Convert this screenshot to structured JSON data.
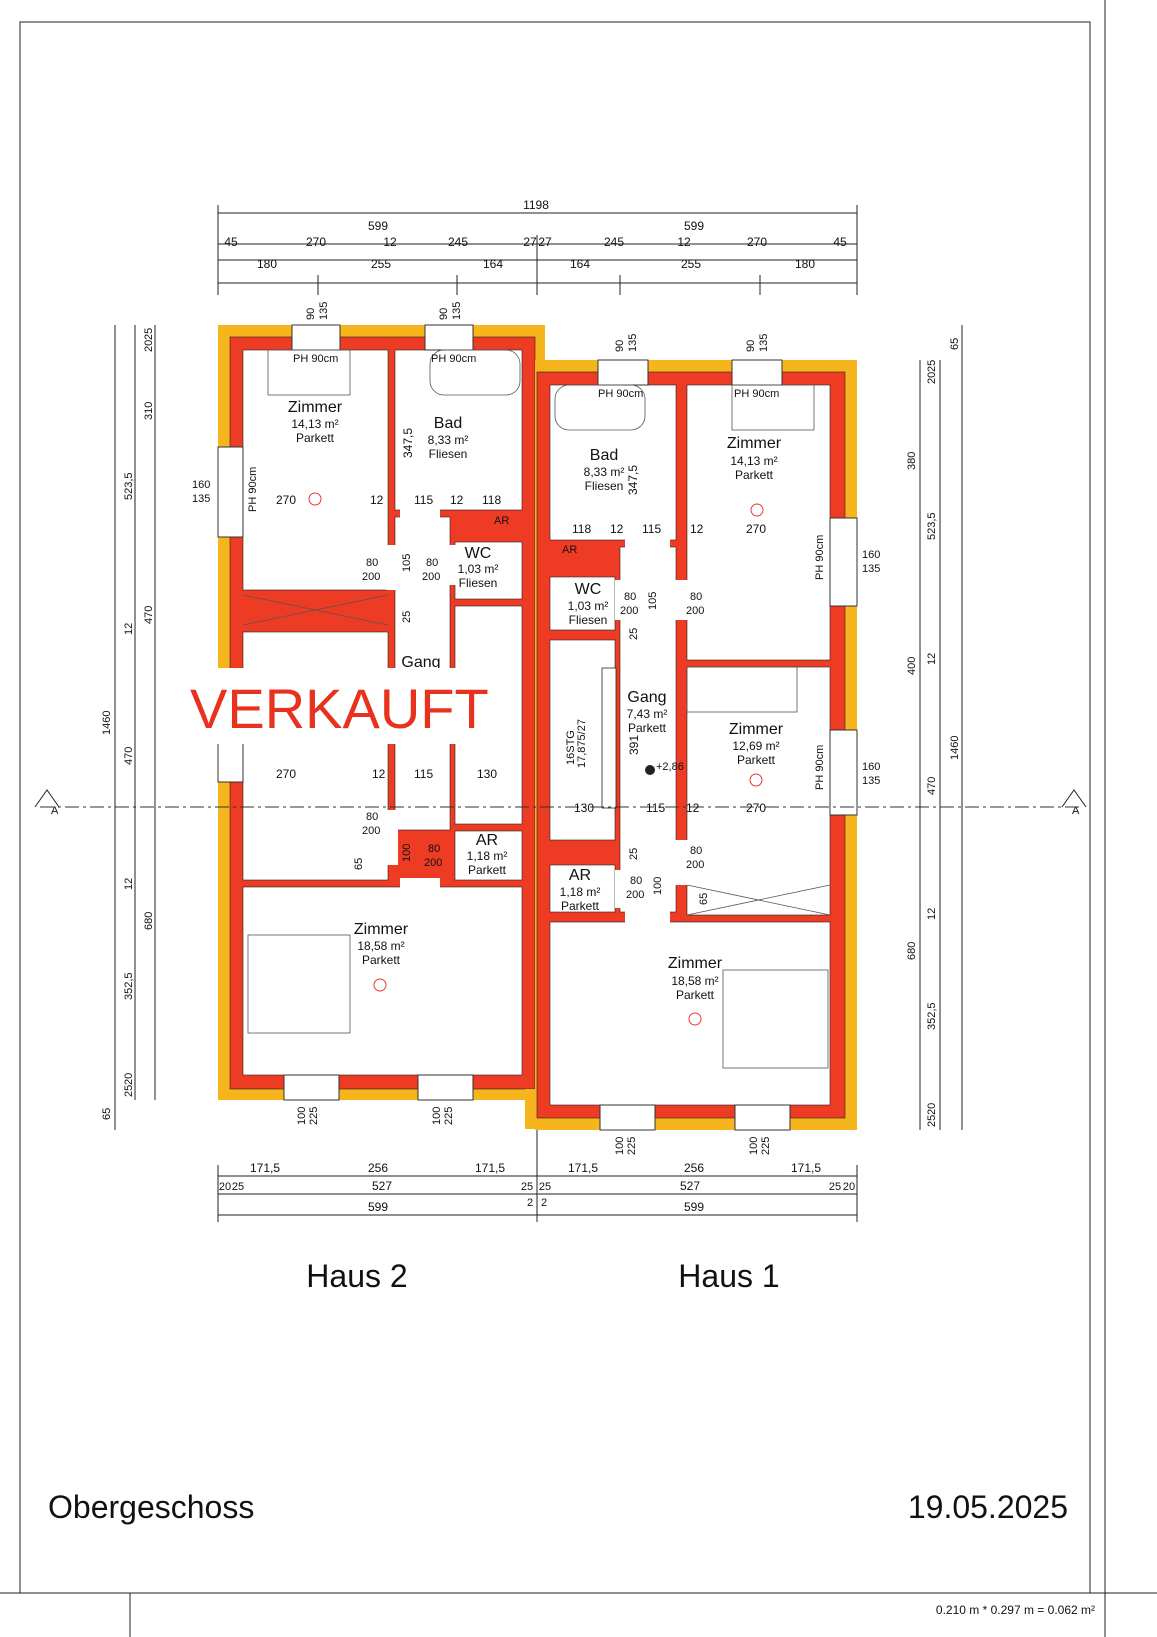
{
  "title_block": {
    "floor": "Obergeschoss",
    "date": "19.05.2025",
    "sheet_size": "0.210 m * 0.297 m = 0.062 m²"
  },
  "stamp": "VERKAUFT",
  "section_marker": "A",
  "houses": [
    {
      "label": "Haus 2"
    },
    {
      "label": "Haus 1"
    }
  ],
  "colors": {
    "wall": "#ee3b24",
    "insulation": "#f6b51d",
    "stamp": "#e8321e"
  },
  "rooms": {
    "haus2": {
      "zimmer_top": {
        "name": "Zimmer",
        "area": "14,13 m²",
        "floor": "Parkett"
      },
      "bad": {
        "name": "Bad",
        "area": "8,33 m²",
        "floor": "Fliesen"
      },
      "wc": {
        "name": "WC",
        "area": "1,03 m²",
        "floor": "Fliesen"
      },
      "gang": {
        "name": "Gang"
      },
      "ar": {
        "name": "AR",
        "area": "1,18 m²",
        "floor": "Parkett"
      },
      "zimmer_bottom": {
        "name": "Zimmer",
        "area": "18,58 m²",
        "floor": "Parkett"
      }
    },
    "haus1": {
      "bad": {
        "name": "Bad",
        "area": "8,33 m²",
        "floor": "Fliesen"
      },
      "zimmer_top": {
        "name": "Zimmer",
        "area": "14,13 m²",
        "floor": "Parkett"
      },
      "wc": {
        "name": "WC",
        "area": "1,03 m²",
        "floor": "Fliesen"
      },
      "gang": {
        "name": "Gang",
        "area": "7,43 m²",
        "floor": "Parkett"
      },
      "zimmer_mid": {
        "name": "Zimmer",
        "area": "12,69 m²",
        "floor": "Parkett"
      },
      "ar": {
        "name": "AR",
        "area": "1,18 m²",
        "floor": "Parkett"
      },
      "zimmer_bottom": {
        "name": "Zimmer",
        "area": "18,58 m²",
        "floor": "Parkett"
      }
    }
  },
  "annotations": {
    "parapet": "PH 90cm",
    "storage": "AR",
    "stairs_steps": "16STG",
    "stairs_ratio": "17,875/27",
    "level": "+2,86",
    "door_w": "80",
    "door_h": "200",
    "win_top_w": "90",
    "win_top_h": "135",
    "win_side_w": "160",
    "win_side_h": "135",
    "win_bot_w": "100",
    "win_bot_h": "225"
  },
  "dimensions": {
    "top_total": "1198",
    "top_halves": [
      "599",
      "599"
    ],
    "top_row3": [
      "45",
      "270",
      "12",
      "245",
      "27",
      "27",
      "245",
      "12",
      "270",
      "45"
    ],
    "top_row4": [
      "180",
      "255",
      "164",
      "164",
      "255",
      "180"
    ],
    "bottom_row1": [
      "171,5",
      "256",
      "171,5",
      "171,5",
      "256",
      "171,5"
    ],
    "bottom_row2": [
      "20",
      "25",
      "527",
      "25",
      "25",
      "527",
      "25",
      "20"
    ],
    "bottom_halves": [
      "599",
      "599"
    ],
    "bottom_mid": [
      "2",
      "2"
    ],
    "left": [
      "25",
      "20",
      "310",
      "523,5",
      "12",
      "470",
      "1460",
      "470",
      "12",
      "680",
      "352,5",
      "20",
      "25",
      "65"
    ],
    "right": [
      "65",
      "25",
      "20",
      "380",
      "523,5",
      "400",
      "12",
      "1460",
      "470",
      "12",
      "680",
      "352,5",
      "20",
      "25"
    ],
    "interior": [
      "270",
      "12",
      "115",
      "12",
      "118",
      "347,5",
      "105",
      "25",
      "391",
      "130",
      "100",
      "65"
    ]
  }
}
